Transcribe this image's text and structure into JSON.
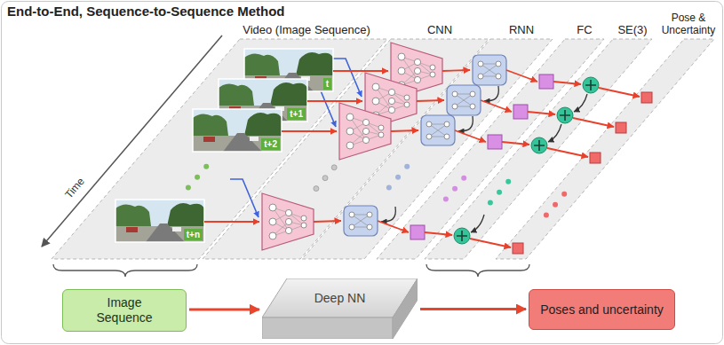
{
  "diagram": {
    "title": "End-to-End, Sequence-to-Sequence Method",
    "nodes": [
      {
        "text": [
          "Image Sequence"
        ]
      },
      {
        "text": [
          "Deep NN"
        ]
      },
      {
        "text": [
          "Poses and uncertainty"
        ]
      }
    ],
    "edges": [
      {
        "from": 0,
        "to": 1,
        "arrow": "to"
      },
      {
        "from": 1,
        "to": 2,
        "arrow": "to"
      }
    ],
    "labels": [
      "Video (Image Sequence)",
      "CNN",
      "RNN",
      "FC",
      "SE(3)",
      "Pose & Uncertainty",
      "Time",
      "t",
      "t+1",
      "t+2",
      "t+n"
    ]
  }
}
